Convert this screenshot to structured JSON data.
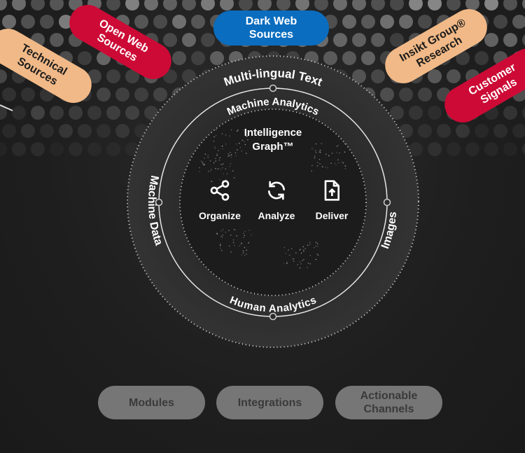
{
  "sources": {
    "dark_web": [
      "Dark Web",
      "Sources"
    ],
    "open_web": [
      "Open Web",
      "Sources"
    ],
    "technical": [
      "Technical",
      "Sources"
    ],
    "insikt": [
      "Insikt Group®",
      "Research"
    ],
    "customer": [
      "Customer",
      "Signals"
    ]
  },
  "rings": {
    "outer_top": "Multi-lingual Text",
    "outer_left": "Machine Data",
    "outer_right": "Images",
    "inner_top": "Machine Analytics",
    "inner_bottom": "Human Analytics"
  },
  "core": {
    "title": [
      "Intelligence",
      "Graph™"
    ],
    "steps": [
      {
        "label": "Organize",
        "icon": "share-icon"
      },
      {
        "label": "Analyze",
        "icon": "refresh-icon"
      },
      {
        "label": "Deliver",
        "icon": "file-upload-icon"
      }
    ]
  },
  "buttons": {
    "modules": "Modules",
    "integrations": "Integrations",
    "channels": [
      "Actionable",
      "Channels"
    ]
  },
  "colors": {
    "red": "#cc0a35",
    "tan": "#f1b987",
    "blue": "#0a6dbf"
  }
}
